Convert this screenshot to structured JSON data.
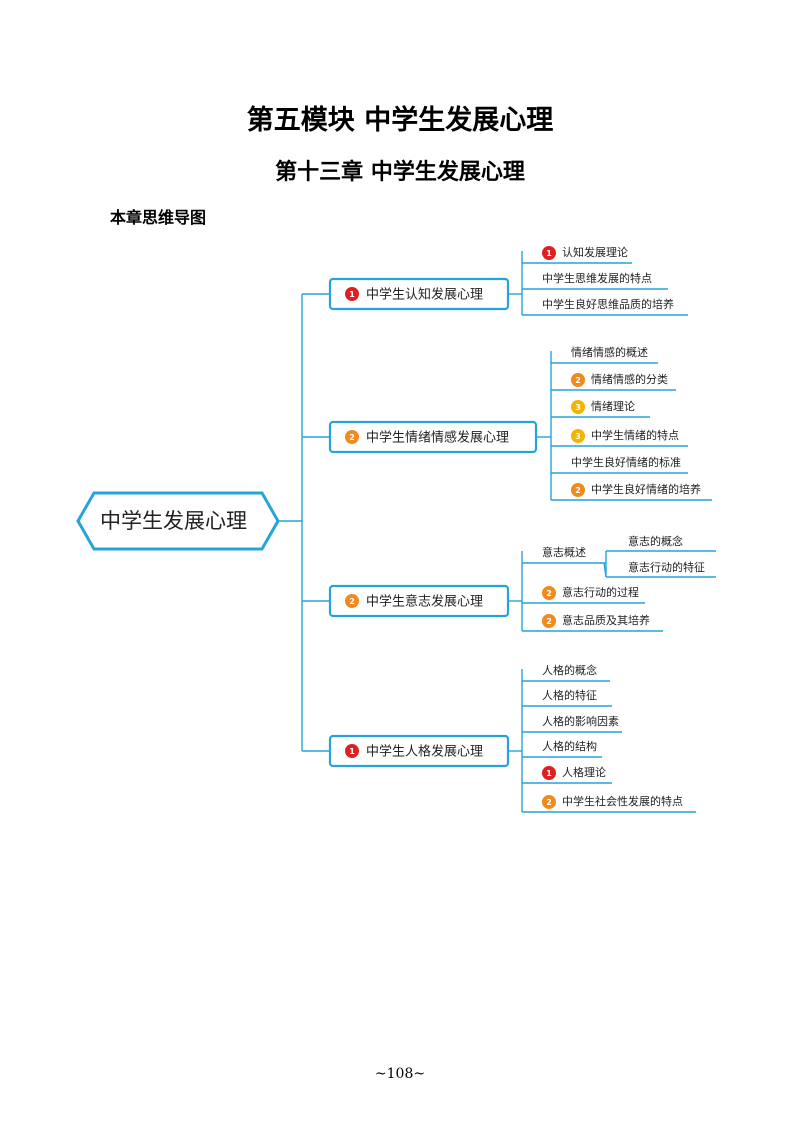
{
  "page": {
    "title": "第五模块  中学生发展心理",
    "chapter": "第十三章  中学生发展心理",
    "section": "本章思维导图",
    "page_number": "~108~"
  },
  "colors": {
    "line": "#26a4d9",
    "badge_red": "#e02020",
    "badge_orange": "#f08a1c",
    "badge_yellow": "#f5b400"
  },
  "mindmap": {
    "root": "中学生发展心理",
    "branches": [
      {
        "label": "中学生认知发展心理",
        "badge": "1",
        "items": [
          {
            "label": "认知发展理论",
            "badge": "1"
          },
          {
            "label": "中学生思维发展的特点",
            "badge": ""
          },
          {
            "label": "中学生良好思维品质的培养",
            "badge": ""
          }
        ]
      },
      {
        "label": "中学生情绪情感发展心理",
        "badge": "2",
        "items": [
          {
            "label": "情绪情感的概述",
            "badge": ""
          },
          {
            "label": "情绪情感的分类",
            "badge": "2"
          },
          {
            "label": "情绪理论",
            "badge": "3"
          },
          {
            "label": "中学生情绪的特点",
            "badge": "3"
          },
          {
            "label": "中学生良好情绪的标准",
            "badge": ""
          },
          {
            "label": "中学生良好情绪的培养",
            "badge": "2"
          }
        ]
      },
      {
        "label": "中学生意志发展心理",
        "badge": "2",
        "items": [
          {
            "label": "意志概述",
            "badge": "",
            "children": [
              "意志的概念",
              "意志行动的特征"
            ]
          },
          {
            "label": "意志行动的过程",
            "badge": "2"
          },
          {
            "label": "意志品质及其培养",
            "badge": "2"
          }
        ]
      },
      {
        "label": "中学生人格发展心理",
        "badge": "1",
        "items": [
          {
            "label": "人格的概念",
            "badge": ""
          },
          {
            "label": "人格的特征",
            "badge": ""
          },
          {
            "label": "人格的影响因素",
            "badge": ""
          },
          {
            "label": "人格的结构",
            "badge": ""
          },
          {
            "label": "人格理论",
            "badge": "1"
          },
          {
            "label": "中学生社会性发展的特点",
            "badge": "2"
          }
        ]
      }
    ]
  }
}
